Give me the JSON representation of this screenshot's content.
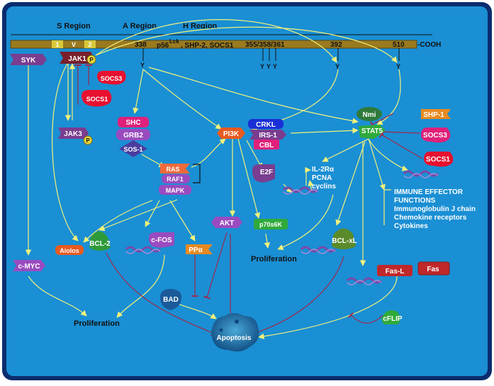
{
  "regions": {
    "s": "S Region",
    "a": "A Region",
    "h": "H Region"
  },
  "receptor": {
    "box1": "1",
    "boxV": "V",
    "box2": "2",
    "res338": "338",
    "lck_prefix": "p56",
    "lck_sup": "Lck",
    "binders": ", SHP-2, SOCS1",
    "res355": "355/358/361",
    "res392": "392",
    "res510": "510",
    "cooh": "-COOH",
    "y": "Y"
  },
  "nodes": {
    "syk": "SYK",
    "jak1": "JAK1",
    "p": "P",
    "socs3a": "SOCS3",
    "socs1a": "SOCS1",
    "jak3": "JAK3",
    "shc": "SHC",
    "grb2": "GRB2",
    "sos1": "SOS-1",
    "ras": "RAS",
    "raf1": "RAF1",
    "mapk": "MAPK",
    "pi3k": "PI3K",
    "crkl": "CRKL",
    "irs1": "IRS-1",
    "cbl": "CBL",
    "e2f": "E2F",
    "il2r": "IL-2Rα",
    "pcna": "PCNA",
    "cyclins": "cyclins",
    "nmi": "Nmi",
    "stat5": "STAT5",
    "shp1": "SHP-1",
    "socs3b": "SOCS3",
    "socs1b": "SOCS1",
    "immune1": "IMMUNE EFFECTOR",
    "immune2": "FUNCTIONS",
    "immune3": "Immunoglobulin J chain",
    "immune4": "Chemokine receptors",
    "immune5": "Cytokines",
    "cmyc": "c-MYC",
    "aiolos": "Aiolos",
    "bcl2": "BCL-2",
    "cfos": "c-FOS",
    "ppa": "PPα",
    "akt": "AKT",
    "p70": "p70s6K",
    "bclxl": "BCL-xL",
    "fasl": "Fas-L",
    "fas": "Fas",
    "bad": "BAD",
    "cflip": "cFLIP",
    "apoptosis": "Apoptosis",
    "prolif_left": "Proliferation",
    "prolif_mid": "Proliferation"
  },
  "colors": {
    "background": "#1a8fd4",
    "frame": "#0b2c6e",
    "receptor": "#9a7a1e",
    "arrow": "#f2f27a",
    "inhibit": "#a1284a",
    "syk": "#7a3d8f",
    "jak": "#7a1f2b",
    "socs": "#e8102f",
    "shc": "#e0207a",
    "grb2": "#9a4bbf",
    "sos": "#4a3c9e",
    "ras": "#f06a3a",
    "pi3k": "#e85a20",
    "crkl": "#1a2fd6",
    "cbl": "#e0207a",
    "nmi": "#2f7a3a",
    "stat5": "#2faa3a",
    "shp1": "#e88a20",
    "bcl2": "#2f9a3a",
    "akt": "#9a4bbf",
    "p70": "#2faa3a",
    "bclxl": "#5a8a2a",
    "fasl": "#c0282a",
    "bad": "#1a5a9a",
    "cflip": "#2faa3a",
    "apoptosis": "#1a6aa0",
    "dna": "#7a4aa8"
  }
}
